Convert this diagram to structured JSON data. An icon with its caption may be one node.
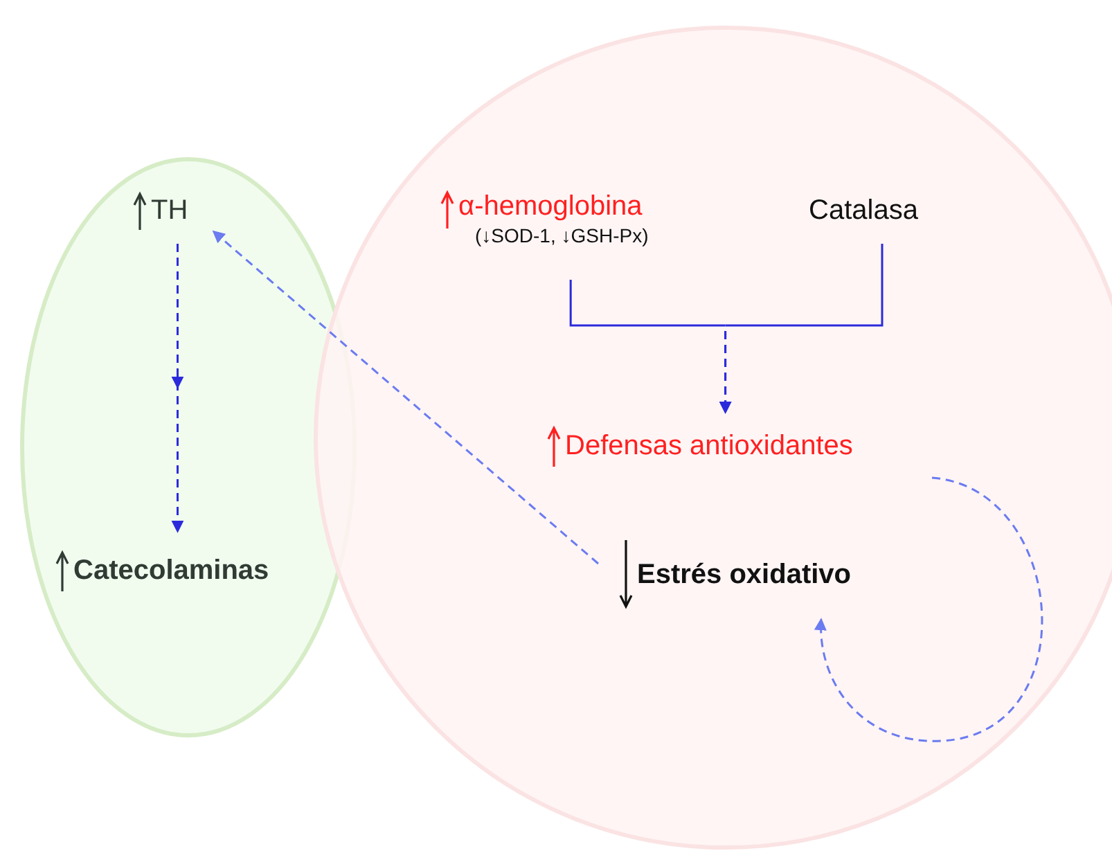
{
  "diagram": {
    "nodes": [
      {
        "text": [],
        "shape": "ellipse"
      },
      {
        "text": [],
        "shape": "circle"
      },
      {
        "text": [
          "TH"
        ],
        "in": 0
      },
      {
        "text": [
          "Catecolaminas"
        ],
        "in": 0
      },
      {
        "text": [
          "α-hemoglobina",
          "(↓SOD-1, ↓GSH-Px)"
        ],
        "in": 1
      },
      {
        "text": [
          "Catalasa"
        ],
        "in": 1
      },
      {
        "text": [
          "Defensas antioxidantes"
        ],
        "in": 1
      },
      {
        "text": [
          "Estrés oxidativo"
        ],
        "in": 1
      }
    ],
    "edges": [
      {
        "from": 2,
        "to": 3,
        "arrow": "to",
        "style": "dashed"
      },
      {
        "from": 7,
        "to": 2,
        "arrow": "to",
        "style": "dashed",
        "color": "#6b7bf0"
      },
      {
        "from": 4,
        "to": 6,
        "arrow": "to"
      },
      {
        "from": 5,
        "to": 6,
        "arrow": "to"
      },
      {
        "from": 6,
        "to": 7,
        "arrow": "to",
        "style": "dashed",
        "color": "#6b7bf0"
      }
    ]
  }
}
